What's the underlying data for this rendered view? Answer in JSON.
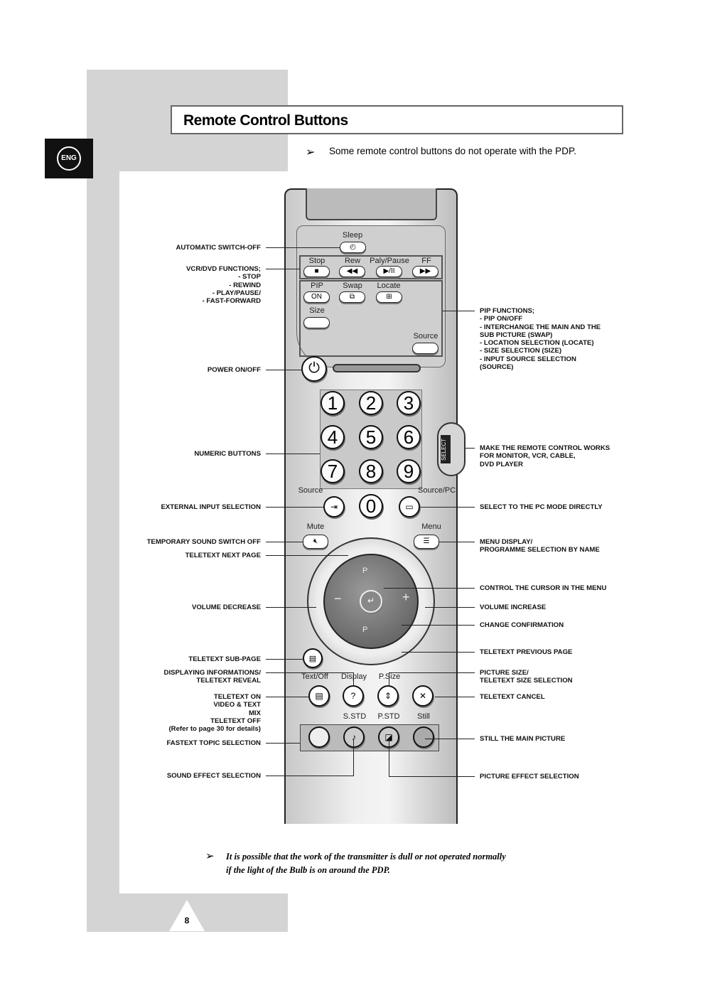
{
  "page": {
    "language_tab": "ENG",
    "title": "Remote Control Buttons",
    "note_top": "Some remote control buttons do not operate with the PDP.",
    "note_bottom_1": "It is possible that the work of the transmitter is dull or not operated normally",
    "note_bottom_2": "if the light of the Bulb is on around the PDP.",
    "page_number": "8",
    "arrow": "➢"
  },
  "remote": {
    "sleep": "Sleep",
    "stop": "Stop",
    "rew": "Rew",
    "play_pause": "Paly/Pause",
    "ff": "FF",
    "pip": "PIP",
    "pip_on": "ON",
    "swap": "Swap",
    "locate": "Locate",
    "size": "Size",
    "source_top": "Source",
    "select": "SELECT",
    "digits": [
      "1",
      "2",
      "3",
      "4",
      "5",
      "6",
      "7",
      "8",
      "9",
      "0"
    ],
    "source": "Source",
    "source_pc": "Source/PC",
    "mute": "Mute",
    "menu": "Menu",
    "p_up": "P",
    "p_down": "P",
    "minus": "−",
    "plus": "+",
    "text_off": "Text/Off",
    "display": "Display",
    "p_size": "P.Size",
    "s_std": "S.STD",
    "p_std": "P.STD",
    "still": "Still"
  },
  "left_labels": [
    "AUTOMATIC SWITCH-OFF",
    "VCR/DVD FUNCTIONS;\n- STOP\n- REWIND\n- PLAY/PAUSE/\n- FAST-FORWARD",
    "POWER ON/OFF",
    "NUMERIC BUTTONS",
    "EXTERNAL INPUT SELECTION",
    "TEMPORARY SOUND SWITCH OFF",
    "TELETEXT NEXT PAGE",
    "VOLUME DECREASE",
    "TELETEXT SUB-PAGE",
    "DISPLAYING INFORMATIONS/\nTELETEXT REVEAL",
    "TELETEXT ON\nVIDEO & TEXT\nMIX\nTELETEXT OFF\n(Refer to page 30 for details)",
    "FASTEXT TOPIC SELECTION",
    "SOUND EFFECT SELECTION"
  ],
  "right_labels": [
    "PIP FUNCTIONS;\n-  PIP ON/OFF\n-  INTERCHANGE THE MAIN AND THE\n    SUB PICTURE (SWAP)\n-  LOCATION SELECTION (LOCATE)\n-  SIZE SELECTION (SIZE)\n-  INPUT SOURCE SELECTION\n    (SOURCE)",
    "MAKE THE REMOTE CONTROL WORKS\nFOR MONITOR, VCR, CABLE,\nDVD PLAYER",
    "SELECT TO THE PC MODE DIRECTLY",
    "MENU DISPLAY/\nPROGRAMME SELECTION BY NAME",
    "CONTROL THE CURSOR IN THE MENU",
    "VOLUME INCREASE",
    "CHANGE CONFIRMATION",
    "TELETEXT PREVIOUS PAGE",
    "PICTURE SIZE/\nTELETEXT SIZE SELECTION",
    "TELETEXT CANCEL",
    "STILL THE MAIN PICTURE",
    "PICTURE EFFECT SELECTION"
  ]
}
